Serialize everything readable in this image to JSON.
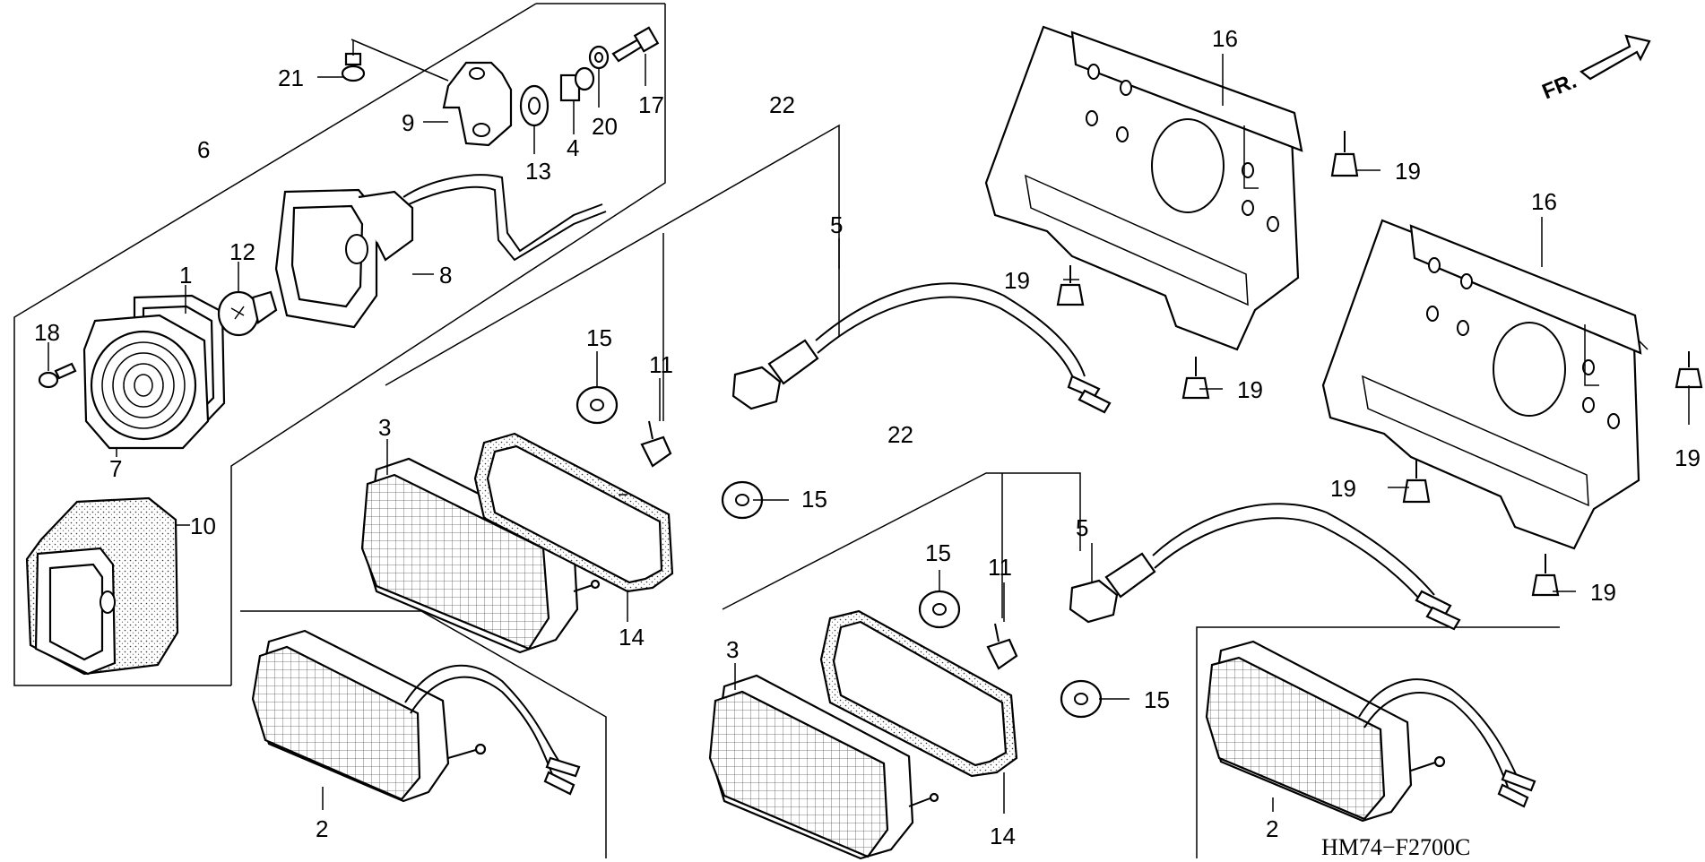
{
  "diagram_code": "HM74−F2700C",
  "direction_label": "FR.",
  "callouts": {
    "c1": "1",
    "c2a": "2",
    "c2b": "2",
    "c3a": "3",
    "c3b": "3",
    "c4": "4",
    "c5a": "5",
    "c5b": "5",
    "c6": "6",
    "c7": "7",
    "c8": "8",
    "c9": "9",
    "c10": "10",
    "c11a": "11",
    "c11b": "11",
    "c12": "12",
    "c13": "13",
    "c14a": "14",
    "c14b": "14",
    "c15a": "15",
    "c15b": "15",
    "c15c": "15",
    "c15d": "15",
    "c16a": "16",
    "c16b": "16",
    "c17": "17",
    "c18": "18",
    "c19a": "19",
    "c19b": "19",
    "c19c": "19",
    "c19d": "19",
    "c19e": "19",
    "c19f": "19",
    "c20": "20",
    "c21": "21",
    "c22a": "22",
    "c22b": "22"
  },
  "icons": [
    "front-arrow-icon",
    "bulb-icon",
    "screw-icon",
    "grommet-icon",
    "socket-icon"
  ]
}
